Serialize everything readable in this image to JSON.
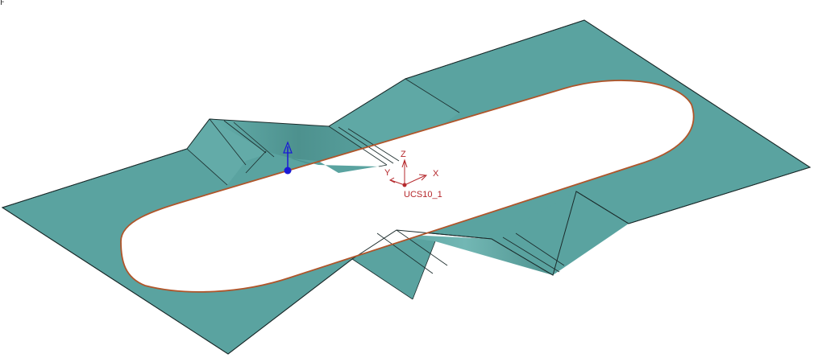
{
  "corner_mark": "F",
  "ucs": {
    "name": "UCS10_1",
    "x_label": "X",
    "y_label": "Y",
    "z_label": "Z",
    "color": "#b5282c"
  },
  "colors": {
    "surface_base": "#5aa3a0",
    "surface_light": "#6fb3b0",
    "surface_dark": "#4c8f8c",
    "edge": "#1a2a2a",
    "trim_curve": "#b0552a",
    "pivot": "#1a1ad6"
  }
}
